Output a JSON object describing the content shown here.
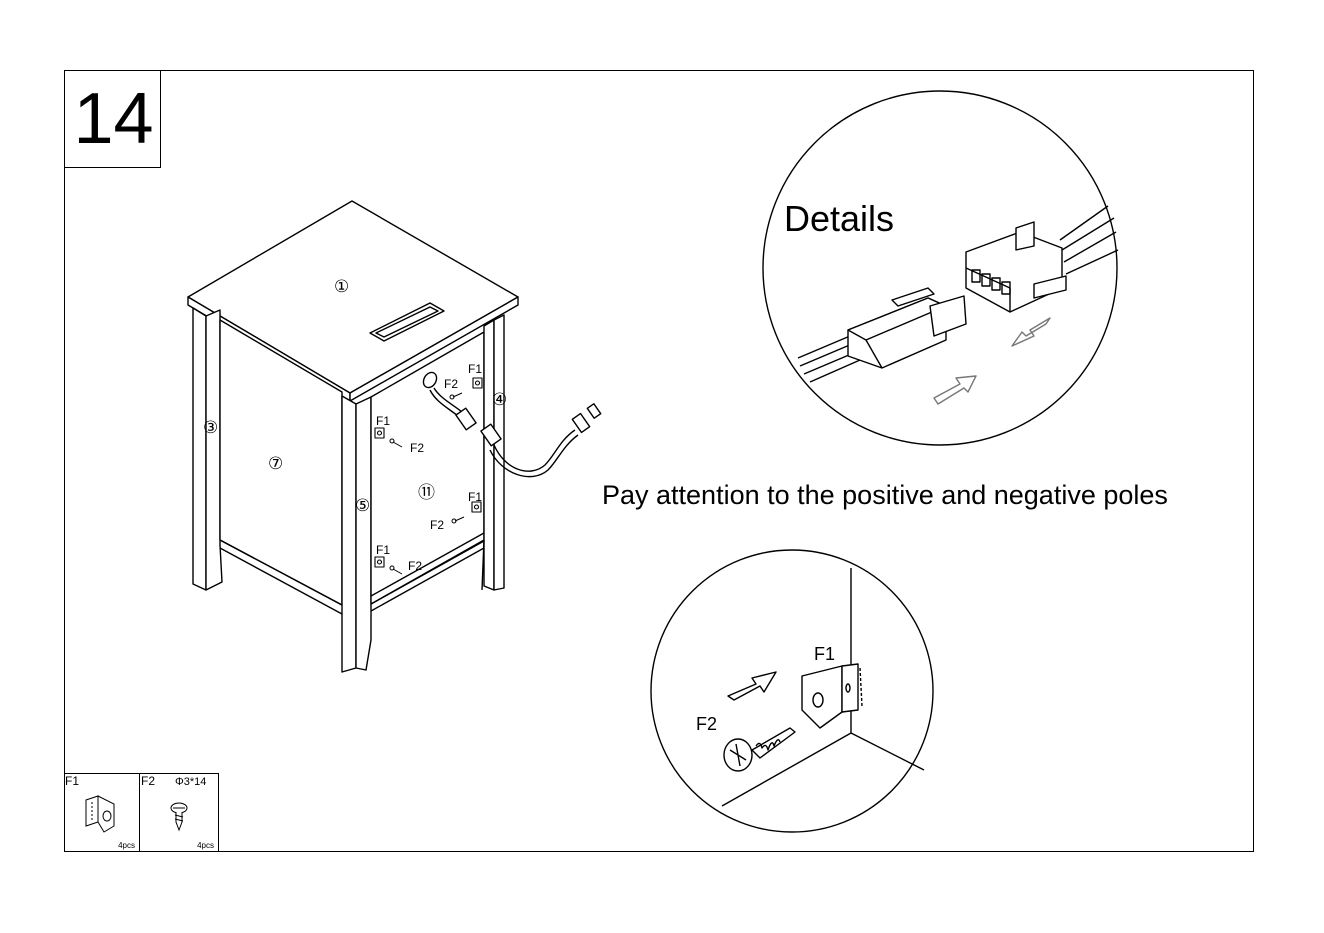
{
  "step": {
    "number": "14"
  },
  "panel_labels": {
    "p1": "①",
    "p3": "③",
    "p4": "④",
    "p5": "⑤",
    "p7": "⑦",
    "p11": "⑪"
  },
  "fastener_labels": {
    "f1": "F1",
    "f2": "F2"
  },
  "detail_connector": {
    "title": "Details",
    "note": "Pay attention to the positive and negative poles"
  },
  "detail_screw": {
    "f1": "F1",
    "f2": "F2"
  },
  "parts_list": [
    {
      "code": "F1",
      "spec": "",
      "qty": "4pcs",
      "icon": "corner-bracket-icon"
    },
    {
      "code": "F2",
      "spec": "Φ3*14",
      "qty": "4pcs",
      "icon": "screw-icon"
    }
  ]
}
